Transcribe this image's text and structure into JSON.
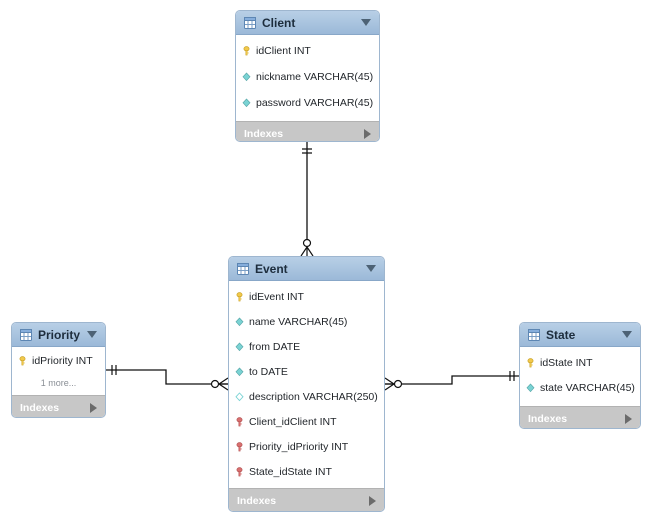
{
  "diagram": {
    "tables": [
      {
        "name": "Client",
        "fields": [
          {
            "label": "idClient INT",
            "icon": "primary-key-icon"
          },
          {
            "label": "nickname VARCHAR(45)",
            "icon": "column-diamond-icon"
          },
          {
            "label": "password VARCHAR(45)",
            "icon": "column-diamond-icon"
          }
        ],
        "footer": "Indexes"
      },
      {
        "name": "Event",
        "fields": [
          {
            "label": "idEvent INT",
            "icon": "primary-key-icon"
          },
          {
            "label": "name VARCHAR(45)",
            "icon": "column-diamond-icon"
          },
          {
            "label": "from DATE",
            "icon": "column-diamond-icon"
          },
          {
            "label": "to DATE",
            "icon": "column-diamond-icon"
          },
          {
            "label": "description VARCHAR(250)",
            "icon": "nullable-column-icon"
          },
          {
            "label": "Client_idClient INT",
            "icon": "foreign-key-icon"
          },
          {
            "label": "Priority_idPriority INT",
            "icon": "foreign-key-icon"
          },
          {
            "label": "State_idState INT",
            "icon": "foreign-key-icon"
          }
        ],
        "footer": "Indexes"
      },
      {
        "name": "Priority",
        "fields": [
          {
            "label": "idPriority INT",
            "icon": "primary-key-icon"
          }
        ],
        "more": "1 more...",
        "footer": "Indexes"
      },
      {
        "name": "State",
        "fields": [
          {
            "label": "idState INT",
            "icon": "primary-key-icon"
          },
          {
            "label": "state VARCHAR(45)",
            "icon": "column-diamond-icon"
          }
        ],
        "footer": "Indexes"
      }
    ],
    "relationships": [
      {
        "from": "Client",
        "to": "Event",
        "type": "one-to-many"
      },
      {
        "from": "Priority",
        "to": "Event",
        "type": "one-to-many"
      },
      {
        "from": "State",
        "to": "Event",
        "type": "one-to-many"
      }
    ],
    "colors": {
      "header_top": "#b8cfe6",
      "header_bottom": "#9bb9d8",
      "footer_bg": "#c7c7c7",
      "line": "#111111",
      "pk_icon": "#f2c94c",
      "column_icon": "#7ad3d4",
      "fk_icon": "#d97070"
    }
  }
}
